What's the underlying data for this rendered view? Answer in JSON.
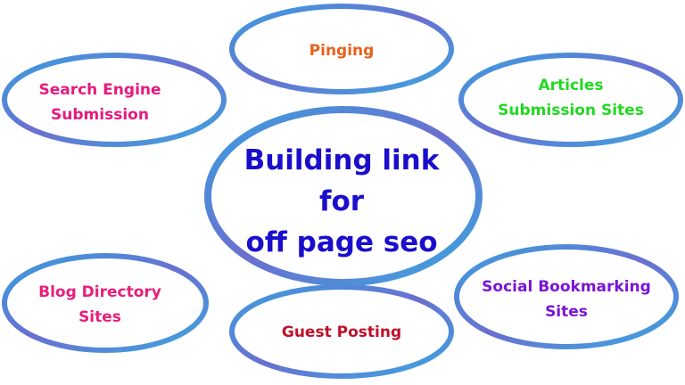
{
  "center": {
    "lines": [
      "Building link",
      "for",
      "off page seo"
    ],
    "color": "#1a0ecc"
  },
  "nodes": [
    {
      "id": "pinging",
      "lines": [
        "Pinging"
      ],
      "color": "#e8601c"
    },
    {
      "id": "search-engine-submission",
      "lines": [
        "Search Engine",
        "Submission"
      ],
      "color": "#e6197e"
    },
    {
      "id": "articles-submission-sites",
      "lines": [
        "Articles",
        "Submission Sites"
      ],
      "color": "#22d822"
    },
    {
      "id": "blog-directory-sites",
      "lines": [
        "Blog Directory",
        "Sites"
      ],
      "color": "#e81e7a"
    },
    {
      "id": "guest-posting",
      "lines": [
        "Guest Posting"
      ],
      "color": "#c0102a"
    },
    {
      "id": "social-bookmarking-sites",
      "lines": [
        "Social Bookmarking",
        "Sites"
      ],
      "color": "#7a14d6"
    }
  ]
}
